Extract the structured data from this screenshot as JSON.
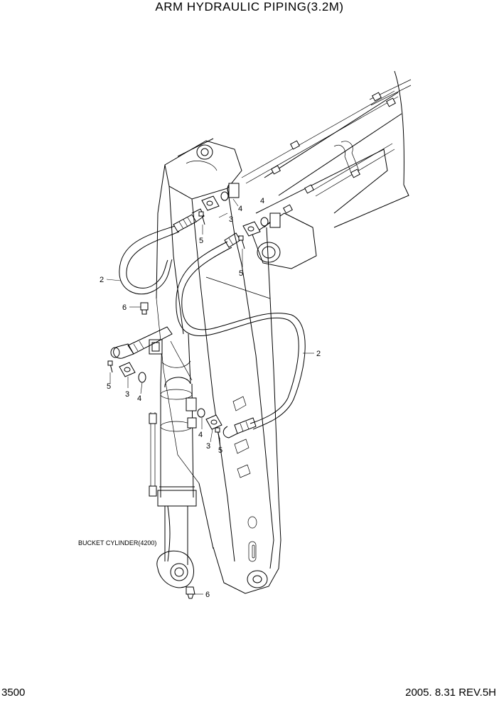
{
  "title": "ARM HYDRAULIC PIPING(3.2M)",
  "page_number": "3500",
  "revision": "2005. 8.31 REV.5H",
  "component_label": "BUCKET CYLINDER(4200)",
  "callouts": {
    "c1": "2",
    "c2": "2",
    "c3": "3",
    "c4": "3",
    "c5": "3",
    "c6": "4",
    "c7": "4",
    "c8": "4",
    "c9": "4",
    "c10": "5",
    "c11": "5",
    "c12": "5",
    "c13": "5",
    "c14": "6",
    "c15": "6"
  }
}
